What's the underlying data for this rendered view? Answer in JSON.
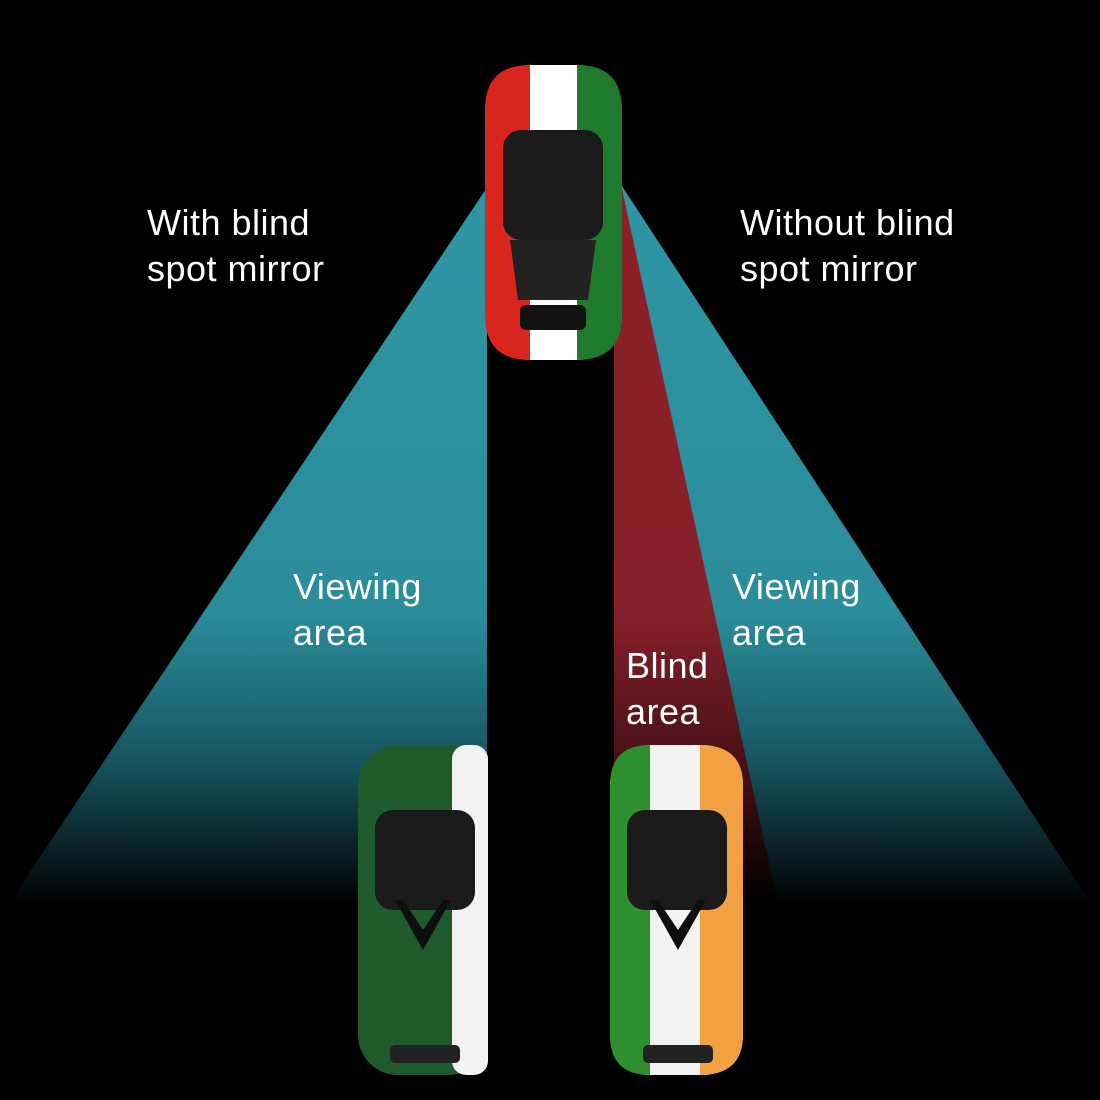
{
  "labels": {
    "with_mirror": [
      "With blind",
      "spot mirror"
    ],
    "without_mirror": [
      "Without blind",
      "spot mirror"
    ],
    "viewing_left": [
      "Viewing",
      "area"
    ],
    "viewing_right": [
      "Viewing",
      "area"
    ],
    "blind": [
      "Blind",
      "area"
    ]
  },
  "colors": {
    "viewing_area": "#2e8f9e",
    "blind_area": "#8a1f25",
    "background": "#000000"
  }
}
